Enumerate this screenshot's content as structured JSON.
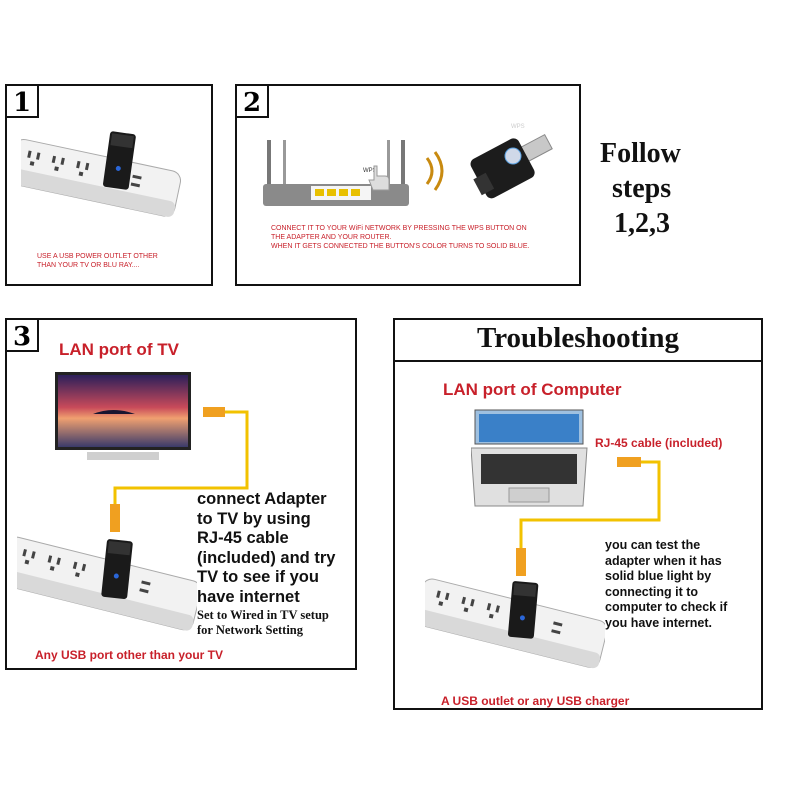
{
  "step1": {
    "number": "1",
    "caption_line1": "USE A USB POWER OUTLET OTHER",
    "caption_line2": "THAN YOUR TV OR BLU RAY...."
  },
  "step2": {
    "number": "2",
    "router_label": "WPS",
    "button_label": "WPS",
    "caption_line1": "CONNECT IT TO YOUR WiFi NETWORK BY PRESSING THE WPS BUTTON ON",
    "caption_line2": "THE ADAPTER AND YOUR ROUTER.",
    "caption_line3": "WHEN IT GETS CONNECTED THE BUTTON'S COLOR TURNS TO SOLID BLUE."
  },
  "follow": {
    "line1": "Follow",
    "line2": "steps",
    "line3": "1,2,3"
  },
  "step3": {
    "number": "3",
    "lan_label": "LAN port of TV",
    "text_line1": "connect Adapter",
    "text_line2": "to TV by using",
    "text_line3": "RJ-45 cable",
    "text_line4": "(included) and try",
    "text_line5": "TV to see if you",
    "text_line6": "have internet",
    "note_line1": "Set to Wired in TV setup",
    "note_line2": "for Network Setting",
    "bottom_label": "Any USB port other than your TV"
  },
  "trouble": {
    "title": "Troubleshooting",
    "lan_label": "LAN port of Computer",
    "cable_label": "RJ-45 cable (included)",
    "text_line1": "you can test the",
    "text_line2": "adapter when it has",
    "text_line3": "solid blue light by",
    "text_line4": "connecting it to",
    "text_line5": "computer to check if",
    "text_line6": "you have internet.",
    "bottom_label": "A USB outlet or any USB charger"
  },
  "colors": {
    "accent_red": "#c8202a",
    "cable_yellow": "#f2c200",
    "connector_orange": "#f0a020",
    "led_blue": "#2a66d8"
  }
}
